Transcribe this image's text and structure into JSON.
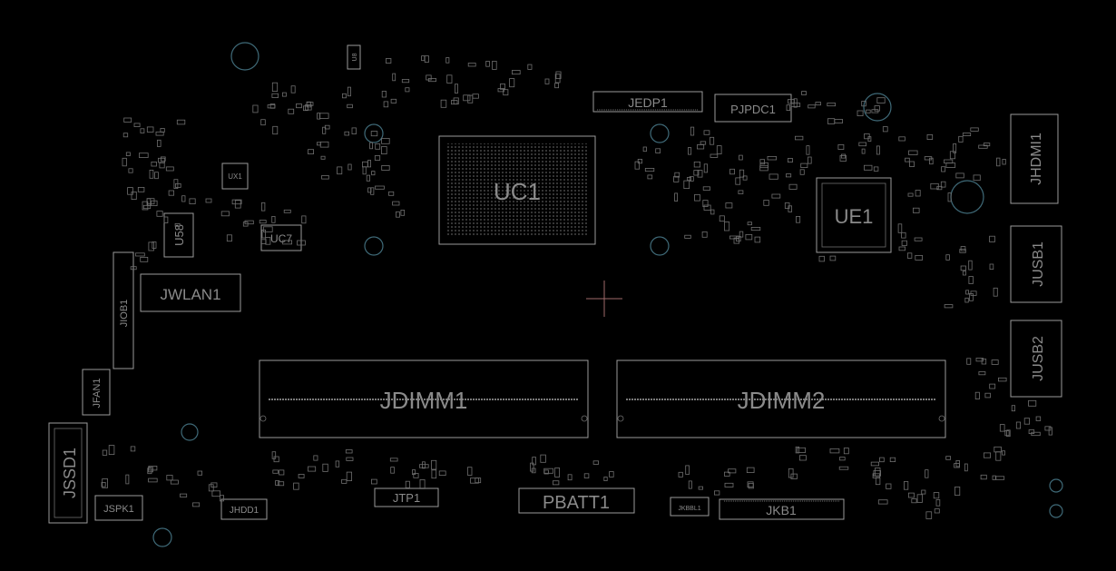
{
  "components": {
    "uc1": "UC1",
    "ue1": "UE1",
    "jdimm1": "JDIMM1",
    "jdimm2": "JDIMM2",
    "jwlan1": "JWLAN1",
    "jssd1": "JSSD1",
    "jedp1": "JEDP1",
    "pjpdc1": "PJPDC1",
    "jhdmi1": "JHDMI1",
    "jusb1": "JUSB1",
    "jusb2": "JUSB2",
    "pbatt1": "PBATT1",
    "jkb1": "JKB1",
    "jtp1": "JTP1",
    "jhdd1": "JHDD1",
    "jspk1": "JSPK1",
    "jfan1": "JFAN1",
    "u58": "U58",
    "uc7": "UC7",
    "ux1": "UX1",
    "u8": "U8",
    "jio": "JIOB1",
    "jkbbl1": "JKBBL1"
  },
  "colors": {
    "background": "#000000",
    "outline": "#9a9a9a",
    "label": "#8a8a8a",
    "mounting_hole": "#3f6a78",
    "origin_cross": "#a06a6a"
  }
}
